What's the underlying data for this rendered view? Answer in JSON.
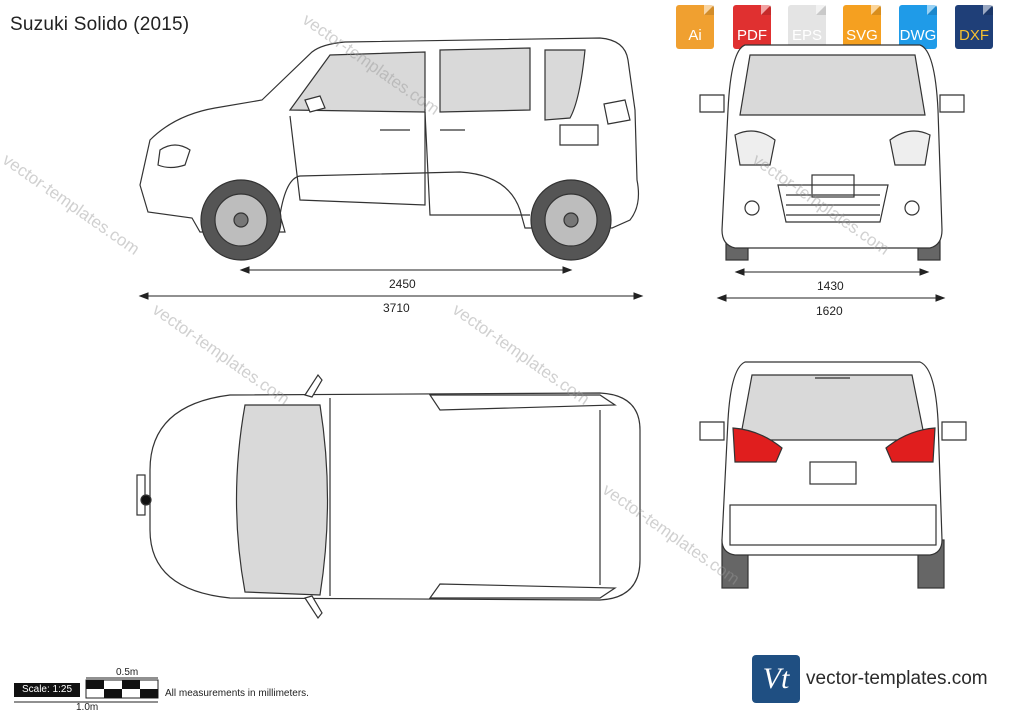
{
  "title": "Suzuki Solido (2015)",
  "formats": [
    {
      "label": "Ai",
      "color": "#f0a030"
    },
    {
      "label": "PDF",
      "color": "#e03030"
    },
    {
      "label": "EPS",
      "color": "#e8e8e8"
    },
    {
      "label": "SVG",
      "color": "#f5a020"
    },
    {
      "label": "DWG",
      "color": "#1f9be8"
    },
    {
      "label": "DXF",
      "color": "#1f3f78"
    }
  ],
  "dimensions": {
    "wheelbase": "2450",
    "length": "3710",
    "track": "1430",
    "width": "1620"
  },
  "scale": {
    "label": "Scale: 1:25",
    "half_m": "0.5m",
    "one_m": "1.0m"
  },
  "note": "All measurements in millimeters.",
  "watermark": "vector-templates.com",
  "brand": {
    "logo": "Vt",
    "name": "vector-templates.com"
  }
}
